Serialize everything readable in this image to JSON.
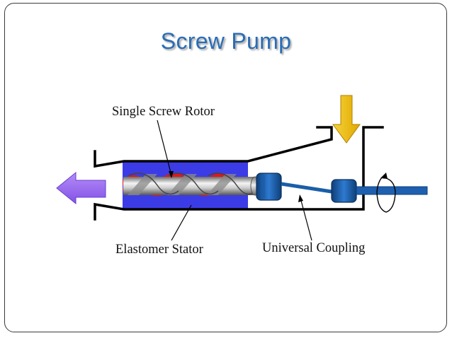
{
  "slide": {
    "title": "Screw Pump"
  },
  "labels": {
    "rotor": "Single Screw Rotor",
    "stator": "Elastomer Stator",
    "coupling": "Universal Coupling"
  },
  "colors": {
    "title": "#2a6db5",
    "stator_blue": "#3c3ce6",
    "stator_red": "#e01818",
    "housing": "#000000",
    "coupling_blue": "#1a5ea8",
    "shaft_blue": "#1f5fb0",
    "inlet_arrow": "#f2c318",
    "outlet_arrow": "#9b6cf0"
  },
  "icons": {
    "inlet": "down-arrow-icon",
    "outlet": "left-arrow-icon",
    "rotation": "rotation-arrow-icon"
  }
}
